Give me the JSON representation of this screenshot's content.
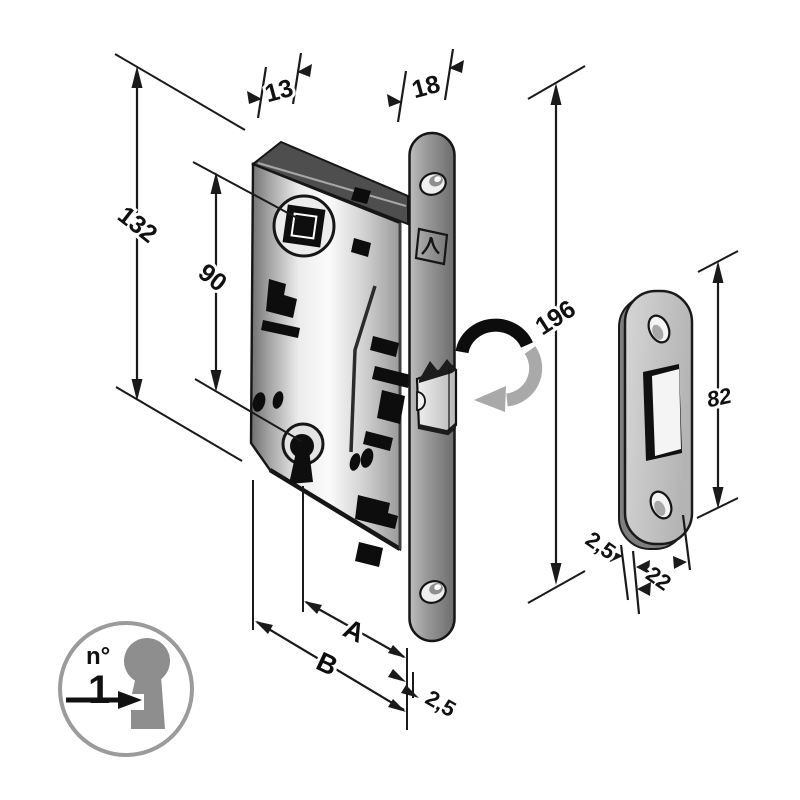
{
  "labels": {
    "case_thickness": "13",
    "faceplate_width": "18",
    "case_height": "132",
    "centre_distance": "90",
    "faceplate_height": "196",
    "strike_height": "82",
    "strike_width": "22",
    "strike_thickness": "2,5",
    "faceplate_thickness": "2,5",
    "dim_a": "A",
    "dim_b": "B"
  },
  "badge": {
    "prefix": "n°",
    "number": "1"
  },
  "colors": {
    "background": "#ffffff",
    "line": "#1a1a1a",
    "case_top": "#4e4e4e",
    "case_face_light": "#fbfbfb",
    "case_face_dark": "#6f6f6f",
    "faceplate_gray": "#8f8f8f",
    "strike_gray": "#c9c9c9",
    "rotation_arrow_gray": "#a9a9a9",
    "badge_key_gray": "#8e8e8e",
    "badge_ring_gray": "#9b9b9b"
  }
}
